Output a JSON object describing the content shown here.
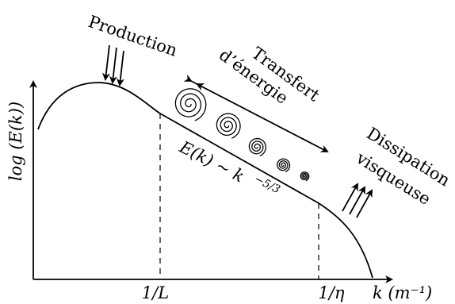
{
  "diagram": {
    "xlabel": "k (m⁻¹)",
    "ylabel": "log (E(k))",
    "tick_L": "1/L",
    "tick_eta": "1/η",
    "production": "Production",
    "transfert_line1": "Transfert",
    "transfert_line2": "d’énergie",
    "dissipation_line1": "Dissipation",
    "dissipation_line2": "visqueuse",
    "law_lhs": "E(k) ∼ k",
    "law_exp": "−5/3"
  }
}
